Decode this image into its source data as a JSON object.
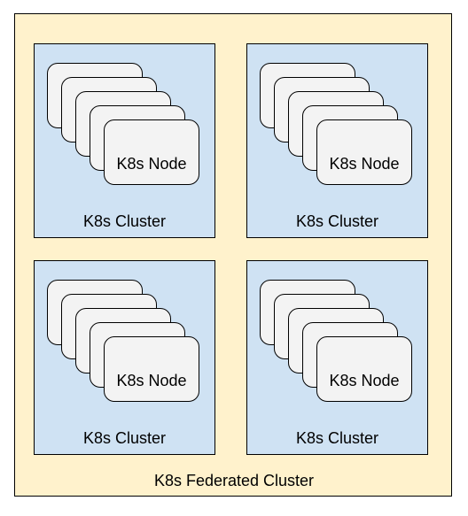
{
  "federated_cluster": {
    "label": "K8s Federated Cluster"
  },
  "clusters": [
    {
      "label": "K8s Cluster",
      "node_label": "K8s Node"
    },
    {
      "label": "K8s Cluster",
      "node_label": "K8s Node"
    },
    {
      "label": "K8s Cluster",
      "node_label": "K8s Node"
    },
    {
      "label": "K8s Cluster",
      "node_label": "K8s Node"
    }
  ],
  "colors": {
    "federated_fill": "#fff2cc",
    "cluster_fill": "#cfe2f3",
    "node_fill": "#f3f3f3",
    "border": "#000000"
  }
}
